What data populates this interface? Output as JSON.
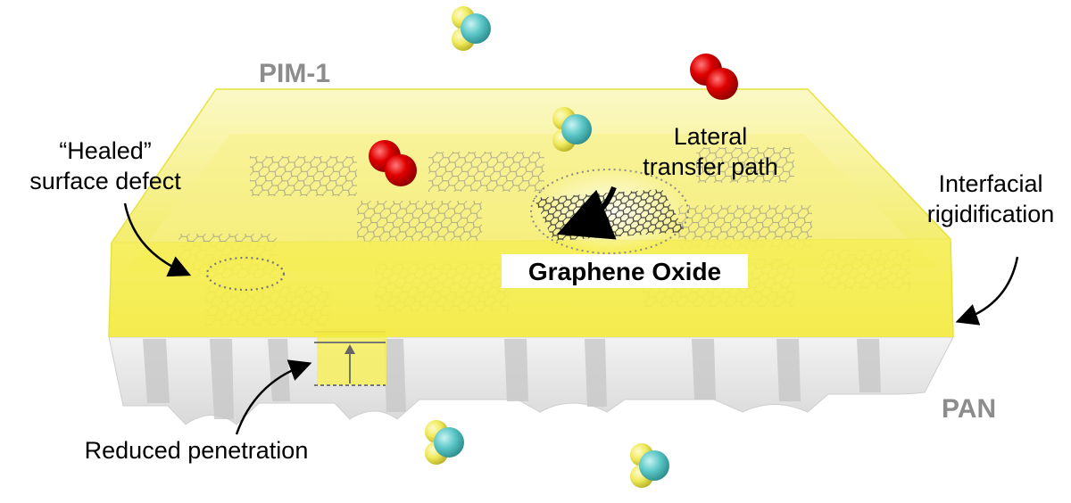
{
  "labels": {
    "pim": "PIM-1",
    "healed_line1": "“Healed”",
    "healed_line2": "surface defect",
    "lateral_line1": "Lateral",
    "lateral_line2": "transfer path",
    "interfacial_line1": "Interfacial",
    "interfacial_line2": "rigidification",
    "graphene_oxide": "Graphene Oxide",
    "pan": "PAN",
    "reduced_penetration": "Reduced penetration"
  },
  "colors": {
    "pim_layer": "#f5f07a",
    "pim_edge": "#e8e23a",
    "pan_support": "#e6e6e6",
    "oxygen_molecule": "#e00000",
    "co2_center": "#5cc7c7",
    "co2_side": "#f0ea5c",
    "label_gray": "#8c8c8c",
    "label_black": "#000000"
  },
  "molecules": [
    {
      "kind": "co2",
      "name": "co2-molecule"
    },
    {
      "kind": "o2",
      "name": "o2-molecule"
    },
    {
      "kind": "co2",
      "name": "co2-molecule"
    },
    {
      "kind": "o2",
      "name": "o2-molecule"
    },
    {
      "kind": "co2",
      "name": "co2-molecule"
    },
    {
      "kind": "co2",
      "name": "co2-molecule"
    }
  ]
}
